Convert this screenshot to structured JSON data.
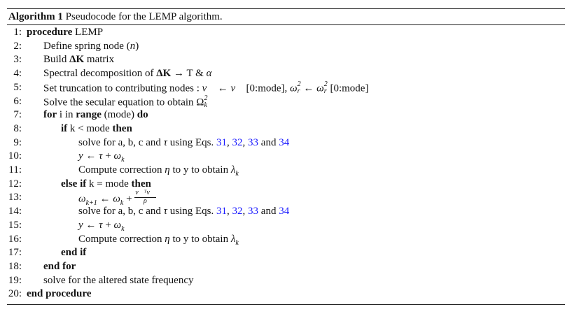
{
  "caption": {
    "label": "Algorithm 1",
    "text": " Pseudocode for the LEMP algorithm."
  },
  "colors": {
    "link": "#1a1aff",
    "text": "#111111"
  },
  "lines": [
    {
      "num": "1:",
      "indent": 0,
      "segs": [
        {
          "t": "procedure",
          "s": "b"
        },
        {
          "t": " LEMP"
        }
      ]
    },
    {
      "num": "2:",
      "indent": 1,
      "segs": [
        {
          "t": "Define spring node ("
        },
        {
          "t": "n",
          "s": "m"
        },
        {
          "t": ")"
        }
      ]
    },
    {
      "num": "3:",
      "indent": 1,
      "segs": [
        {
          "t": "Build "
        },
        {
          "t": "ΔK",
          "s": "b"
        },
        {
          "t": " matrix"
        }
      ]
    },
    {
      "num": "4:",
      "indent": 1,
      "segs": [
        {
          "t": "Spectral decomposition of "
        },
        {
          "t": "ΔK",
          "s": "b"
        },
        {
          "t": " → T & "
        },
        {
          "t": "α",
          "s": "m"
        }
      ]
    },
    {
      "num": "5:",
      "indent": 1,
      "segs": [
        {
          "t": "Set truncation to contributing nodes : "
        },
        {
          "t": "v⃗",
          "s": "m"
        },
        {
          "t": " ← "
        },
        {
          "t": "v⃗",
          "s": "m"
        },
        {
          "t": " [0:mode],    "
        },
        {
          "t": "ω",
          "s": "m",
          "sup": "2",
          "sub": "r"
        },
        {
          "t": " ← "
        },
        {
          "t": "ω",
          "s": "m",
          "sup": "2",
          "sub": "r"
        },
        {
          "t": " [0:mode]"
        }
      ]
    },
    {
      "num": "6:",
      "indent": 1,
      "segs": [
        {
          "t": "Solve the secular equation to obtain "
        },
        {
          "t": "Ω",
          "sup": "2",
          "sub": "k"
        }
      ]
    },
    {
      "num": "7:",
      "indent": 1,
      "segs": [
        {
          "t": "for",
          "s": "b"
        },
        {
          "t": " i in "
        },
        {
          "t": "range",
          "s": "b"
        },
        {
          "t": " (mode) "
        },
        {
          "t": "do",
          "s": "b"
        }
      ]
    },
    {
      "num": "8:",
      "indent": 2,
      "segs": [
        {
          "t": "if",
          "s": "b"
        },
        {
          "t": " k < mode "
        },
        {
          "t": "then",
          "s": "b"
        }
      ]
    },
    {
      "num": "9:",
      "indent": 3,
      "segs": [
        {
          "t": "solve for a, b, c and "
        },
        {
          "t": "τ",
          "s": "m"
        },
        {
          "t": " using Eqs. "
        },
        {
          "t": "31",
          "s": "l"
        },
        {
          "t": ", "
        },
        {
          "t": "32",
          "s": "l"
        },
        {
          "t": ", "
        },
        {
          "t": "33",
          "s": "l"
        },
        {
          "t": " and "
        },
        {
          "t": "34",
          "s": "l"
        }
      ]
    },
    {
      "num": "10:",
      "indent": 3,
      "segs": [
        {
          "t": "y",
          "s": "m"
        },
        {
          "t": " ← "
        },
        {
          "t": "τ",
          "s": "m"
        },
        {
          "t": " + "
        },
        {
          "t": "ω",
          "s": "m",
          "sub": "k"
        }
      ]
    },
    {
      "num": "11:",
      "indent": 3,
      "segs": [
        {
          "t": "Compute correction "
        },
        {
          "t": "η",
          "s": "m"
        },
        {
          "t": " to y to obtain "
        },
        {
          "t": "λ",
          "s": "m",
          "sub": "k"
        }
      ]
    },
    {
      "num": "12:",
      "indent": 2,
      "segs": [
        {
          "t": "else if",
          "s": "b"
        },
        {
          "t": " k = mode "
        },
        {
          "t": "then",
          "s": "b"
        }
      ]
    },
    {
      "num": "13:",
      "indent": 3,
      "segs": [
        {
          "t": "ω",
          "s": "m",
          "sub": "k+1"
        },
        {
          "t": " ← "
        },
        {
          "t": "ω",
          "s": "m",
          "sub": "k"
        },
        {
          "t": " + "
        },
        {
          "t": "",
          "frac_n": "v⃗ᵀv⃗",
          "frac_d": "ρ"
        }
      ]
    },
    {
      "num": "14:",
      "indent": 3,
      "segs": [
        {
          "t": "solve for a, b, c and "
        },
        {
          "t": "τ",
          "s": "m"
        },
        {
          "t": " using Eqs. "
        },
        {
          "t": "31",
          "s": "l"
        },
        {
          "t": ", "
        },
        {
          "t": "32",
          "s": "l"
        },
        {
          "t": ", "
        },
        {
          "t": "33",
          "s": "l"
        },
        {
          "t": " and "
        },
        {
          "t": "34",
          "s": "l"
        }
      ]
    },
    {
      "num": "15:",
      "indent": 3,
      "segs": [
        {
          "t": "y",
          "s": "m"
        },
        {
          "t": " ← "
        },
        {
          "t": "τ",
          "s": "m"
        },
        {
          "t": " + "
        },
        {
          "t": "ω",
          "s": "m",
          "sub": "k"
        }
      ]
    },
    {
      "num": "16:",
      "indent": 3,
      "segs": [
        {
          "t": "Compute correction "
        },
        {
          "t": "η",
          "s": "m"
        },
        {
          "t": " to y to obtain "
        },
        {
          "t": "λ",
          "s": "m",
          "sub": "k"
        }
      ]
    },
    {
      "num": "17:",
      "indent": 2,
      "segs": [
        {
          "t": "end if",
          "s": "b"
        }
      ]
    },
    {
      "num": "18:",
      "indent": 1,
      "segs": [
        {
          "t": "end for",
          "s": "b"
        }
      ]
    },
    {
      "num": "19:",
      "indent": 1,
      "segs": [
        {
          "t": "solve for the altered state frequency"
        }
      ]
    },
    {
      "num": "20:",
      "indent": 0,
      "segs": [
        {
          "t": "end procedure",
          "s": "b"
        }
      ]
    }
  ]
}
